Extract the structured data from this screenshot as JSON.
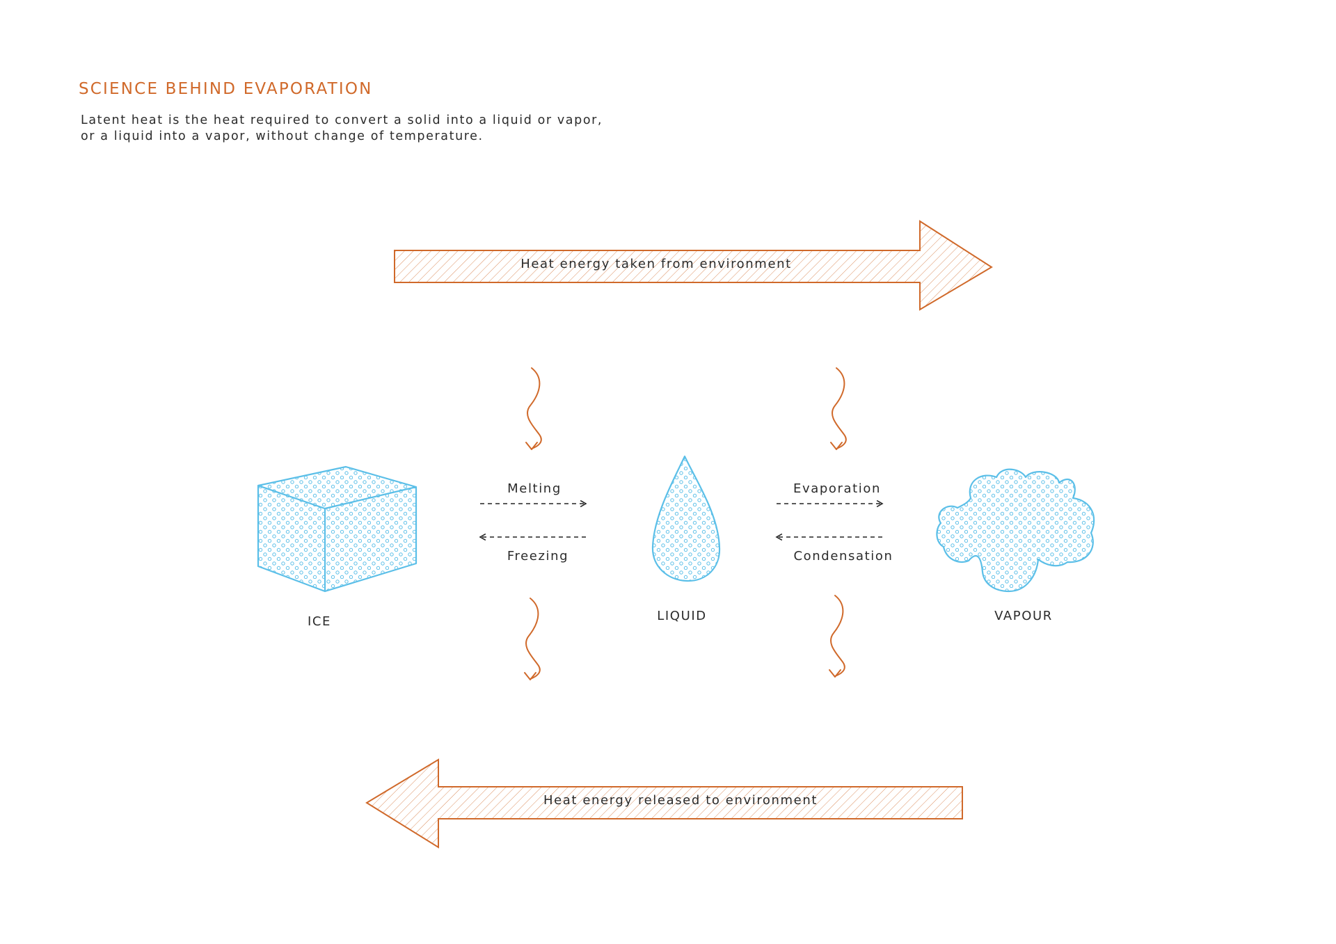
{
  "header": {
    "title": "SCIENCE BEHIND EVAPORATION",
    "intro_line1": "Latent heat is the heat required to convert a solid into a liquid or vapor,",
    "intro_line2": "or a liquid into a vapor, without change of temperature."
  },
  "arrows": {
    "top": "Heat energy taken from environment",
    "bottom": "Heat energy released to environment"
  },
  "states": {
    "ice": "ICE",
    "liquid": "LIQUID",
    "vapour": "VAPOUR"
  },
  "transitions": {
    "melting": "Melting",
    "freezing": "Freezing",
    "evaporation": "Evaporation",
    "condensation": "Condensation"
  },
  "colors": {
    "accent": "#d0692a",
    "water": "#5bbfe8",
    "text": "#2b2b2b"
  }
}
